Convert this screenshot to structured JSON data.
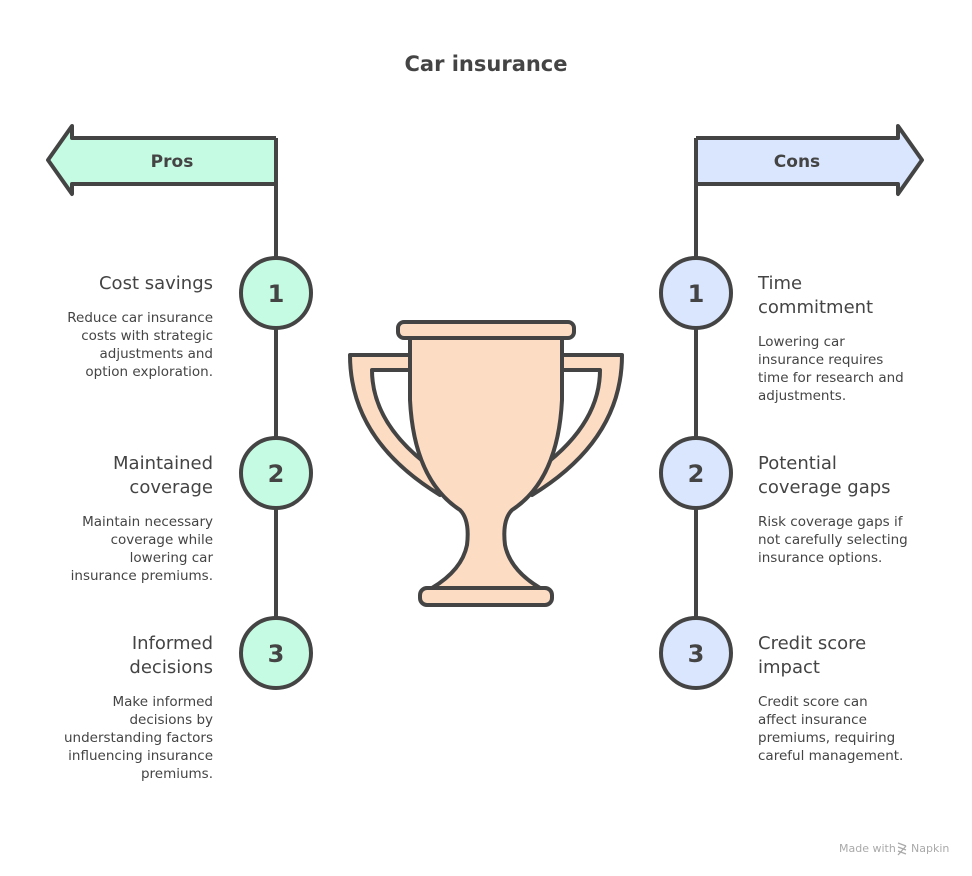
{
  "title": "Car insurance",
  "colors": {
    "pros": "#c6fbe3",
    "cons": "#d9e6fd",
    "trophy": "#fddcc4",
    "stroke": "#444444"
  },
  "pros": {
    "label": "Pros",
    "items": [
      {
        "num": "1",
        "title": [
          "Cost savings"
        ],
        "desc": [
          "Reduce car insurance",
          "costs with strategic",
          "adjustments and",
          "option exploration."
        ]
      },
      {
        "num": "2",
        "title": [
          "Maintained",
          "coverage"
        ],
        "desc": [
          "Maintain necessary",
          "coverage while",
          "lowering car",
          "insurance premiums."
        ]
      },
      {
        "num": "3",
        "title": [
          "Informed",
          "decisions"
        ],
        "desc": [
          "Make informed",
          "decisions by",
          "understanding factors",
          "influencing insurance",
          "premiums."
        ]
      }
    ]
  },
  "cons": {
    "label": "Cons",
    "items": [
      {
        "num": "1",
        "title": [
          "Time",
          "commitment"
        ],
        "desc": [
          "Lowering car",
          "insurance requires",
          "time for research and",
          "adjustments."
        ]
      },
      {
        "num": "2",
        "title": [
          "Potential",
          "coverage gaps"
        ],
        "desc": [
          "Risk coverage gaps if",
          "not carefully selecting",
          "insurance options."
        ]
      },
      {
        "num": "3",
        "title": [
          "Credit score",
          "impact"
        ],
        "desc": [
          "Credit score can",
          "affect insurance",
          "premiums, requiring",
          "careful management."
        ]
      }
    ]
  },
  "watermark": {
    "prefix": "Made with",
    "brand": "Napkin",
    "icon": "napkin-logo-icon"
  }
}
